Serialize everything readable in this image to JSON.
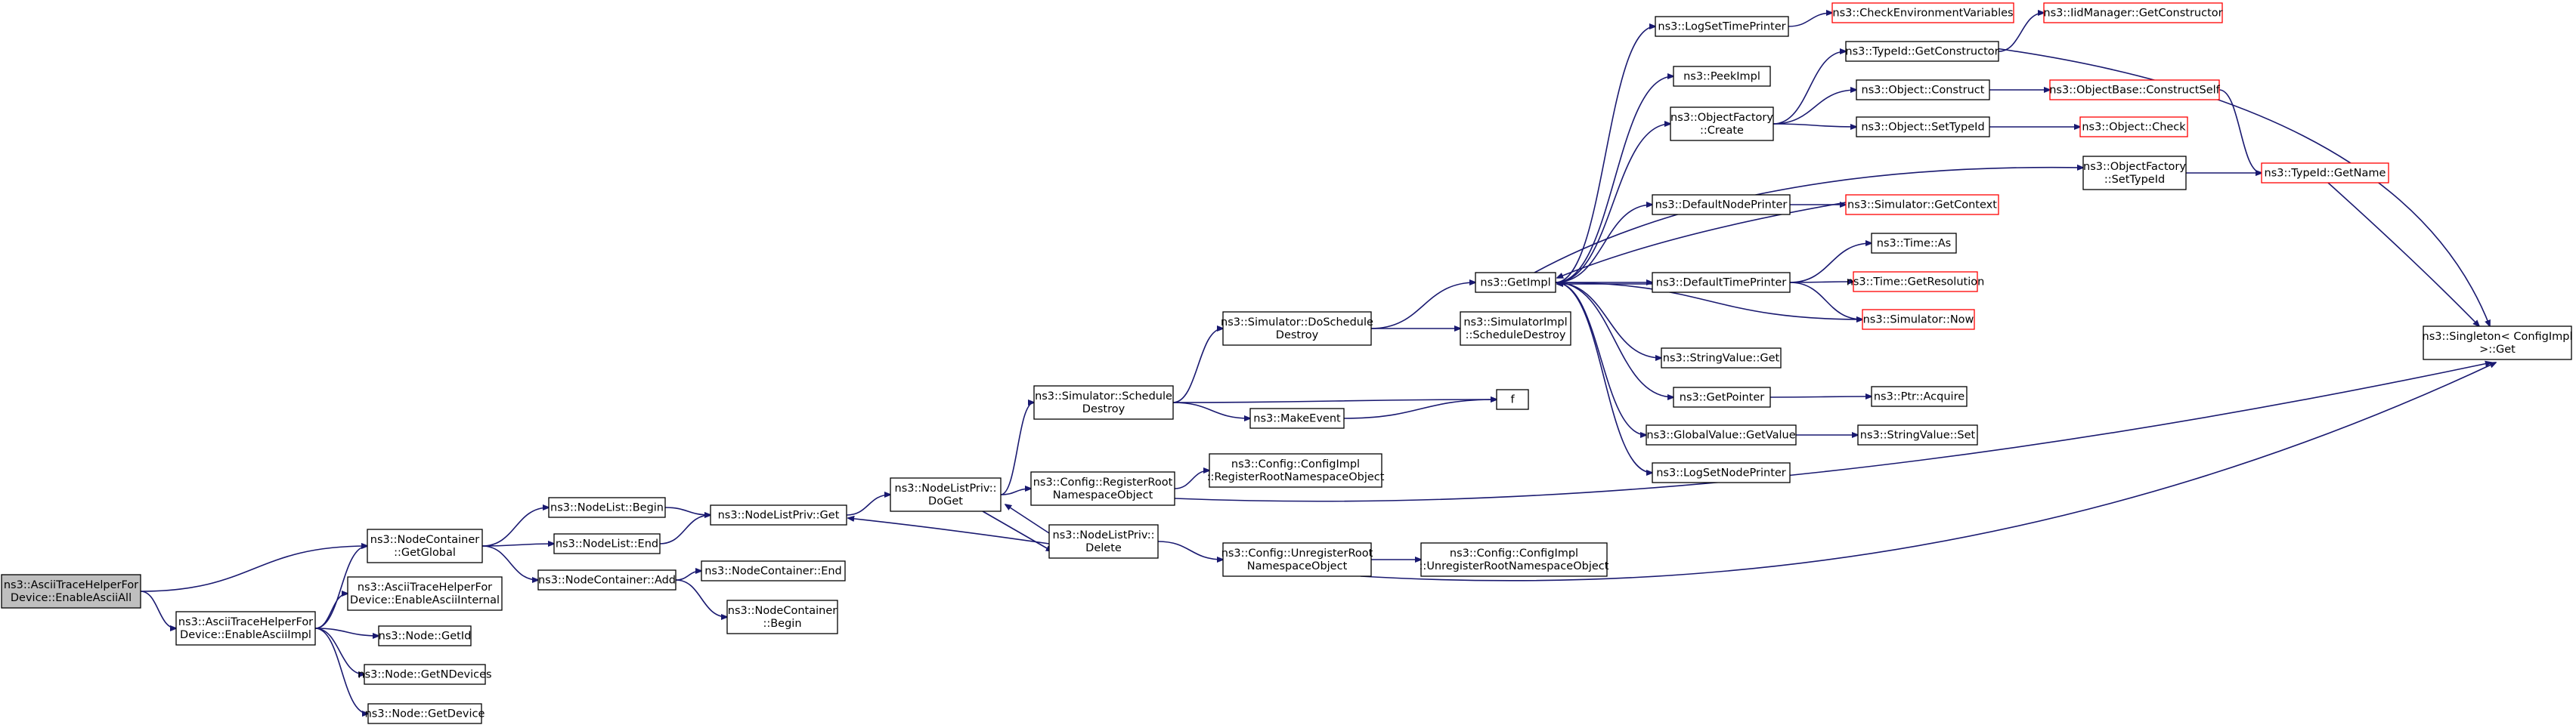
{
  "colors": {
    "edge": "#191970",
    "node_border": "#000000",
    "external_border": "#ff0000",
    "root_fill": "#bfbfbf",
    "background": "#ffffff"
  },
  "nodes": [
    {
      "id": "root",
      "lines": [
        "ns3::AsciiTraceHelperFor",
        "Device::EnableAsciiAll"
      ],
      "kind": "root"
    },
    {
      "id": "nc_getglobal",
      "lines": [
        "ns3::NodeContainer",
        "::GetGlobal"
      ],
      "kind": "normal"
    },
    {
      "id": "enableasciiimpl",
      "lines": [
        "ns3::AsciiTraceHelperFor",
        "Device::EnableAsciiImpl"
      ],
      "kind": "normal"
    },
    {
      "id": "nl_begin",
      "lines": [
        "ns3::NodeList::Begin"
      ],
      "kind": "normal"
    },
    {
      "id": "nl_end",
      "lines": [
        "ns3::NodeList::End"
      ],
      "kind": "normal"
    },
    {
      "id": "nc_add",
      "lines": [
        "ns3::NodeContainer::Add"
      ],
      "kind": "normal"
    },
    {
      "id": "enableasciiinternal",
      "lines": [
        "ns3::AsciiTraceHelperFor",
        "Device::EnableAsciiInternal"
      ],
      "kind": "normal"
    },
    {
      "id": "node_getid",
      "lines": [
        "ns3::Node::GetId"
      ],
      "kind": "normal"
    },
    {
      "id": "node_getndevices",
      "lines": [
        "ns3::Node::GetNDevices"
      ],
      "kind": "normal"
    },
    {
      "id": "node_getdevice",
      "lines": [
        "ns3::Node::GetDevice"
      ],
      "kind": "normal"
    },
    {
      "id": "nlp_get",
      "lines": [
        "ns3::NodeListPriv::Get"
      ],
      "kind": "normal"
    },
    {
      "id": "nc_end",
      "lines": [
        "ns3::NodeContainer::End"
      ],
      "kind": "normal"
    },
    {
      "id": "nc_begin",
      "lines": [
        "ns3::NodeContainer",
        "::Begin"
      ],
      "kind": "normal"
    },
    {
      "id": "nlp_doget",
      "lines": [
        "ns3::NodeListPriv::",
        "DoGet"
      ],
      "kind": "normal"
    },
    {
      "id": "sim_scheduledestroy",
      "lines": [
        "ns3::Simulator::Schedule",
        "Destroy"
      ],
      "kind": "normal"
    },
    {
      "id": "cfg_registerroot",
      "lines": [
        "ns3::Config::RegisterRoot",
        "NamespaceObject"
      ],
      "kind": "normal"
    },
    {
      "id": "nlp_delete",
      "lines": [
        "ns3::NodeListPriv::",
        "Delete"
      ],
      "kind": "normal"
    },
    {
      "id": "sim_doscheduledestroy",
      "lines": [
        "ns3::Simulator::DoSchedule",
        "Destroy"
      ],
      "kind": "normal"
    },
    {
      "id": "makeevent",
      "lines": [
        "ns3::MakeEvent"
      ],
      "kind": "normal"
    },
    {
      "id": "cfgimpl_registerroot",
      "lines": [
        "ns3::Config::ConfigImpl",
        "::RegisterRootNamespaceObject"
      ],
      "kind": "normal"
    },
    {
      "id": "cfg_unregisterroot",
      "lines": [
        "ns3::Config::UnregisterRoot",
        "NamespaceObject"
      ],
      "kind": "normal"
    },
    {
      "id": "cfgimpl_unregisterroot",
      "lines": [
        "ns3::Config::ConfigImpl",
        "::UnregisterRootNamespaceObject"
      ],
      "kind": "normal"
    },
    {
      "id": "simimpl_scheduledestroy",
      "lines": [
        "ns3::SimulatorImpl",
        "::ScheduleDestroy"
      ],
      "kind": "normal"
    },
    {
      "id": "f",
      "lines": [
        "f"
      ],
      "kind": "normal"
    },
    {
      "id": "getimpl",
      "lines": [
        "ns3::GetImpl"
      ],
      "kind": "normal"
    },
    {
      "id": "logsettimeprinter",
      "lines": [
        "ns3::LogSetTimePrinter"
      ],
      "kind": "normal"
    },
    {
      "id": "peekimpl",
      "lines": [
        "ns3::PeekImpl"
      ],
      "kind": "normal"
    },
    {
      "id": "objectfactory_create",
      "lines": [
        "ns3::ObjectFactory",
        "::Create"
      ],
      "kind": "normal"
    },
    {
      "id": "defaultnodeprinter",
      "lines": [
        "ns3::DefaultNodePrinter"
      ],
      "kind": "normal"
    },
    {
      "id": "defaulttimeprinter",
      "lines": [
        "ns3::DefaultTimePrinter"
      ],
      "kind": "normal"
    },
    {
      "id": "stringvalue_get",
      "lines": [
        "ns3::StringValue::Get"
      ],
      "kind": "normal"
    },
    {
      "id": "getpointer",
      "lines": [
        "ns3::GetPointer"
      ],
      "kind": "normal"
    },
    {
      "id": "globalvalue_getvalue",
      "lines": [
        "ns3::GlobalValue::GetValue"
      ],
      "kind": "normal"
    },
    {
      "id": "logsetnodeprinter",
      "lines": [
        "ns3::LogSetNodePrinter"
      ],
      "kind": "normal"
    },
    {
      "id": "checkenvvars",
      "lines": [
        "ns3::CheckEnvironmentVariables"
      ],
      "kind": "ext"
    },
    {
      "id": "typeid_getconstructor",
      "lines": [
        "ns3::TypeId::GetConstructor"
      ],
      "kind": "normal"
    },
    {
      "id": "object_construct",
      "lines": [
        "ns3::Object::Construct"
      ],
      "kind": "normal"
    },
    {
      "id": "object_settypeid",
      "lines": [
        "ns3::Object::SetTypeId"
      ],
      "kind": "normal"
    },
    {
      "id": "objectfactory_settypeid",
      "lines": [
        "ns3::ObjectFactory",
        "::SetTypeId"
      ],
      "kind": "normal"
    },
    {
      "id": "sim_getcontext",
      "lines": [
        "ns3::Simulator::GetContext"
      ],
      "kind": "ext"
    },
    {
      "id": "time_as",
      "lines": [
        "ns3::Time::As"
      ],
      "kind": "normal"
    },
    {
      "id": "time_getresolution",
      "lines": [
        "ns3::Time::GetResolution"
      ],
      "kind": "ext"
    },
    {
      "id": "sim_now",
      "lines": [
        "ns3::Simulator::Now"
      ],
      "kind": "ext"
    },
    {
      "id": "ptr_acquire",
      "lines": [
        "ns3::Ptr::Acquire"
      ],
      "kind": "normal"
    },
    {
      "id": "stringvalue_set",
      "lines": [
        "ns3::StringValue::Set"
      ],
      "kind": "normal"
    },
    {
      "id": "iidmanager_getconstructor",
      "lines": [
        "ns3::IidManager::GetConstructor"
      ],
      "kind": "ext"
    },
    {
      "id": "objectbase_constructself",
      "lines": [
        "ns3::ObjectBase::ConstructSelf"
      ],
      "kind": "ext"
    },
    {
      "id": "object_check",
      "lines": [
        "ns3::Object::Check"
      ],
      "kind": "ext"
    },
    {
      "id": "typeid_getname",
      "lines": [
        "ns3::TypeId::GetName"
      ],
      "kind": "ext"
    },
    {
      "id": "singleton_get",
      "lines": [
        "ns3::Singleton< ConfigImpl",
        " >::Get"
      ],
      "kind": "normal"
    }
  ],
  "edges": [
    [
      "root",
      "nc_getglobal"
    ],
    [
      "root",
      "enableasciiimpl"
    ],
    [
      "enableasciiimpl",
      "nc_getglobal"
    ],
    [
      "enableasciiimpl",
      "enableasciiinternal"
    ],
    [
      "enableasciiimpl",
      "node_getid"
    ],
    [
      "enableasciiimpl",
      "node_getndevices"
    ],
    [
      "enableasciiimpl",
      "node_getdevice"
    ],
    [
      "nc_getglobal",
      "nl_begin"
    ],
    [
      "nc_getglobal",
      "nl_end"
    ],
    [
      "nc_getglobal",
      "nc_add"
    ],
    [
      "nl_begin",
      "nlp_get"
    ],
    [
      "nl_end",
      "nlp_get"
    ],
    [
      "nc_add",
      "nc_end"
    ],
    [
      "nc_add",
      "nc_begin"
    ],
    [
      "nlp_get",
      "nlp_doget"
    ],
    [
      "nlp_doget",
      "sim_scheduledestroy"
    ],
    [
      "nlp_doget",
      "cfg_registerroot"
    ],
    [
      "nlp_doget",
      "nlp_delete"
    ],
    [
      "nlp_delete",
      "nlp_doget"
    ],
    [
      "nlp_delete",
      "nlp_get"
    ],
    [
      "nlp_delete",
      "cfg_unregisterroot"
    ],
    [
      "sim_scheduledestroy",
      "sim_doscheduledestroy"
    ],
    [
      "sim_scheduledestroy",
      "makeevent"
    ],
    [
      "sim_scheduledestroy",
      "f"
    ],
    [
      "makeevent",
      "f"
    ],
    [
      "sim_doscheduledestroy",
      "getimpl"
    ],
    [
      "sim_doscheduledestroy",
      "simimpl_scheduledestroy"
    ],
    [
      "cfg_registerroot",
      "cfgimpl_registerroot"
    ],
    [
      "cfg_registerroot",
      "singleton_get"
    ],
    [
      "cfg_unregisterroot",
      "cfgimpl_unregisterroot"
    ],
    [
      "cfg_unregisterroot",
      "singleton_get"
    ],
    [
      "getimpl",
      "logsettimeprinter"
    ],
    [
      "getimpl",
      "peekimpl"
    ],
    [
      "getimpl",
      "objectfactory_create"
    ],
    [
      "getimpl",
      "objectfactory_settypeid"
    ],
    [
      "getimpl",
      "defaultnodeprinter"
    ],
    [
      "getimpl",
      "defaulttimeprinter"
    ],
    [
      "getimpl",
      "sim_now"
    ],
    [
      "getimpl",
      "stringvalue_get"
    ],
    [
      "getimpl",
      "getpointer"
    ],
    [
      "getimpl",
      "globalvalue_getvalue"
    ],
    [
      "getimpl",
      "logsetnodeprinter"
    ],
    [
      "sim_getcontext",
      "getimpl"
    ],
    [
      "defaulttimeprinter",
      "getimpl"
    ],
    [
      "logsettimeprinter",
      "checkenvvars"
    ],
    [
      "objectfactory_create",
      "typeid_getconstructor"
    ],
    [
      "objectfactory_create",
      "object_construct"
    ],
    [
      "objectfactory_create",
      "object_settypeid"
    ],
    [
      "defaultnodeprinter",
      "sim_getcontext"
    ],
    [
      "defaulttimeprinter",
      "time_as"
    ],
    [
      "defaulttimeprinter",
      "time_getresolution"
    ],
    [
      "defaulttimeprinter",
      "sim_now"
    ],
    [
      "getpointer",
      "ptr_acquire"
    ],
    [
      "globalvalue_getvalue",
      "stringvalue_set"
    ],
    [
      "typeid_getconstructor",
      "iidmanager_getconstructor"
    ],
    [
      "typeid_getconstructor",
      "singleton_get"
    ],
    [
      "object_construct",
      "objectbase_constructself"
    ],
    [
      "object_settypeid",
      "object_check"
    ],
    [
      "objectfactory_settypeid",
      "typeid_getname"
    ],
    [
      "objectbase_constructself",
      "typeid_getname"
    ],
    [
      "typeid_getname",
      "singleton_get"
    ]
  ]
}
